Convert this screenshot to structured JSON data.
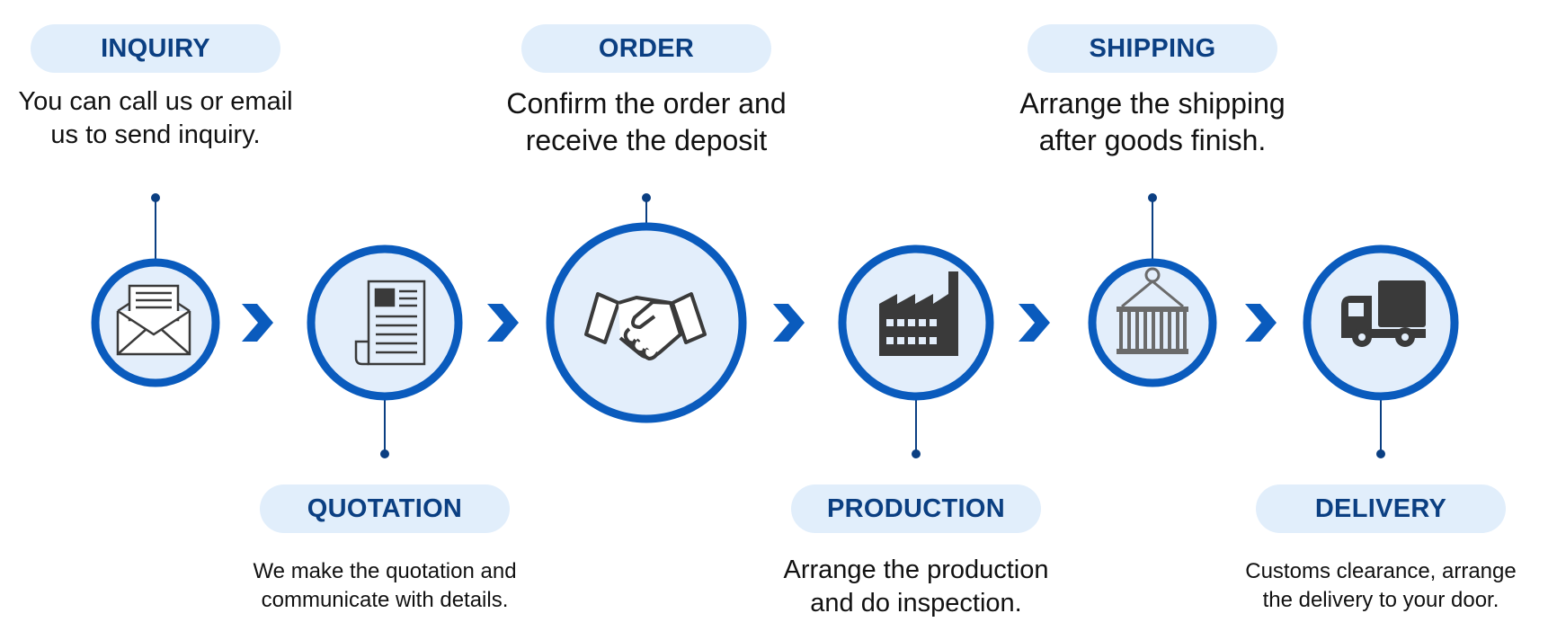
{
  "colors": {
    "accent": "#0a5bbd",
    "circle_fill": "#e3eefb",
    "pill_fill": "#e1eefb",
    "pill_text": "#0b3f82",
    "icon": "#3a3a3a"
  },
  "steps": [
    {
      "label": "INQUIRY",
      "description": "You can call us or email\nus to send inquiry.",
      "icon": "envelope-icon"
    },
    {
      "label": "QUOTATION",
      "description": "We make the quotation and\ncommunicate with details.",
      "icon": "document-icon"
    },
    {
      "label": "ORDER",
      "description": "Confirm the order and\nreceive the deposit",
      "icon": "handshake-icon"
    },
    {
      "label": "PRODUCTION",
      "description": "Arrange the production\nand do inspection.",
      "icon": "factory-icon"
    },
    {
      "label": "SHIPPING",
      "description": "Arrange the shipping\nafter goods finish.",
      "icon": "container-icon"
    },
    {
      "label": "DELIVERY",
      "description": "Customs clearance, arrange\nthe delivery to your door.",
      "icon": "truck-icon"
    }
  ]
}
